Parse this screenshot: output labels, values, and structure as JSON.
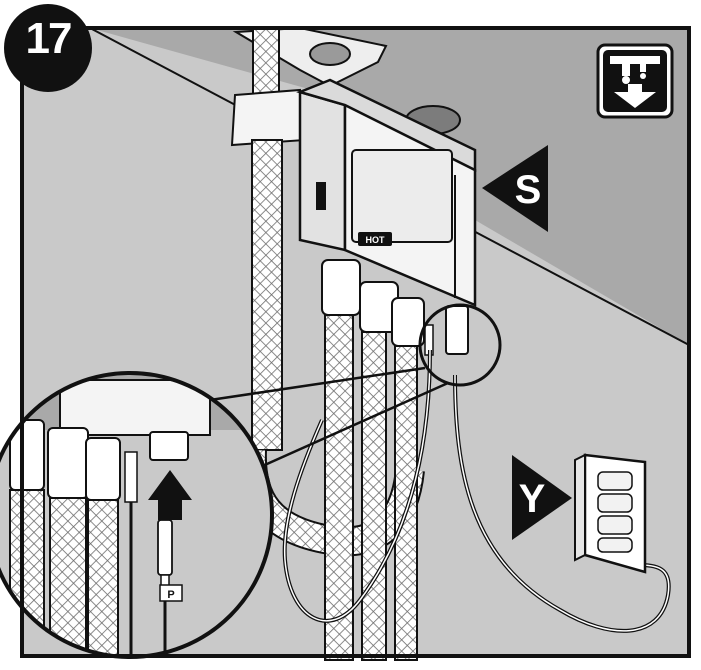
{
  "step": {
    "number": "17"
  },
  "labels": {
    "valve_box": "S",
    "battery_box": "Y",
    "hot_badge": "HOT",
    "connector_tag": "P"
  },
  "icon": {
    "name": "mount-down-icon"
  },
  "colors": {
    "wall": "#c9c9c9",
    "ceiling": "#a9a9a9",
    "ink": "#111111",
    "paper": "#ffffff",
    "panel_bg": "#f2f2f2"
  }
}
